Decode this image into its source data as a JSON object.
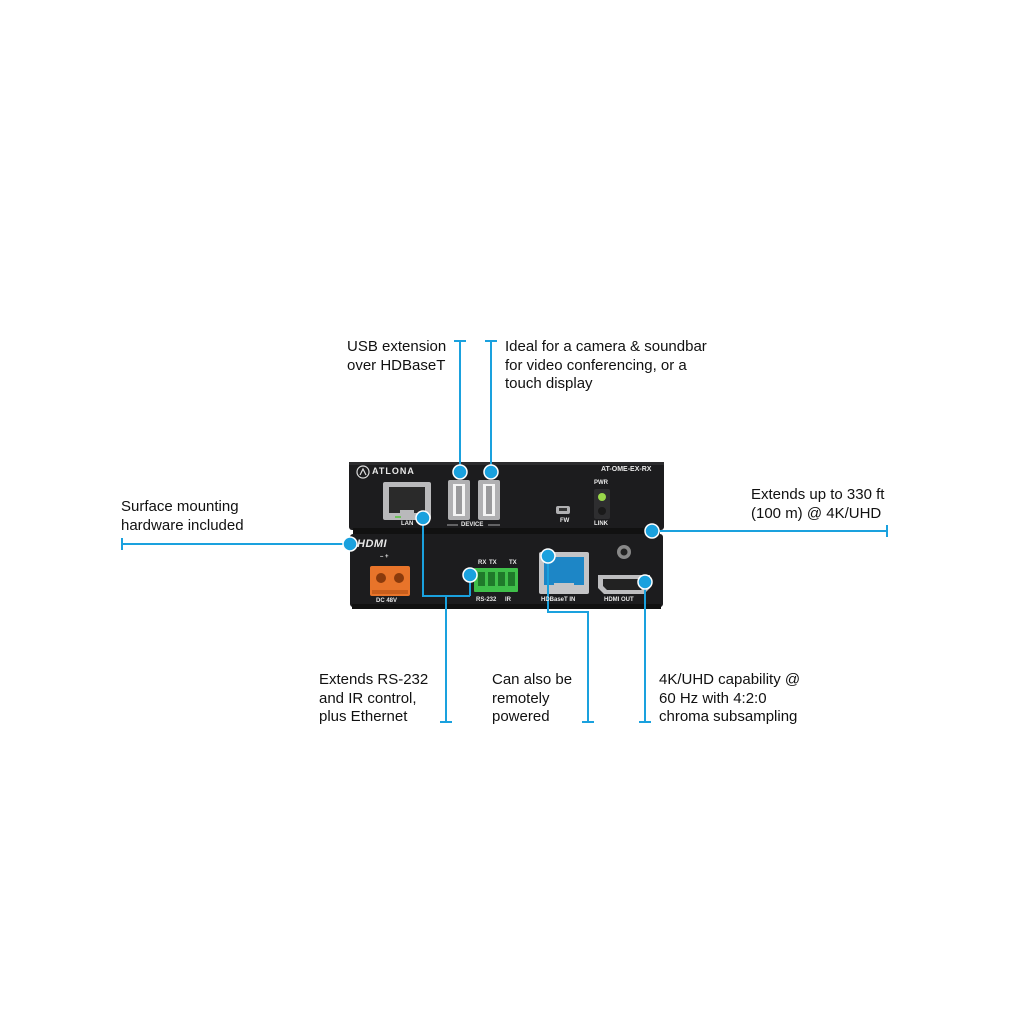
{
  "device": {
    "brand": "ATLONA",
    "model": "AT-OME-EX-RX",
    "hdmi_logo": "HDMI",
    "top_panel_labels": {
      "lan": "LAN",
      "device": "DEVICE",
      "fw": "FW",
      "pwr": "PWR",
      "link": "LINK"
    },
    "bottom_panel_labels": {
      "dc": "DC 48V",
      "rs232": "RS-232",
      "ir": "IR",
      "rx": "RX",
      "tx1": "TX",
      "tx2": "TX",
      "hdbaset_in": "HDBaseT IN",
      "hdmi_out": "HDMI OUT",
      "polarity": "– +"
    }
  },
  "callouts": {
    "usb_extension": [
      "USB extension",
      "over HDBaseT"
    ],
    "ideal_for": [
      "Ideal for a camera & soundbar",
      "for video conferencing, or a",
      "touch display"
    ],
    "surface_mounting": [
      "Surface mounting",
      "hardware included"
    ],
    "extends_distance": [
      "Extends up to 330 ft",
      "(100 m) @ 4K/UHD"
    ],
    "extends_rs232": [
      "Extends RS-232",
      "and IR control,",
      "plus Ethernet"
    ],
    "remotely_powered": [
      "Can also be",
      "remotely",
      "powered"
    ],
    "uhd_capability": [
      "4K/UHD capability @",
      "60 Hz with 4:2:0",
      "chroma subsampling"
    ]
  },
  "colors": {
    "accent": "#1aa1de",
    "device_body": "#1c1c1e",
    "dc_connector": "#e8742a",
    "terminal_block": "#3fbf4a",
    "led": "#9ad84a"
  }
}
